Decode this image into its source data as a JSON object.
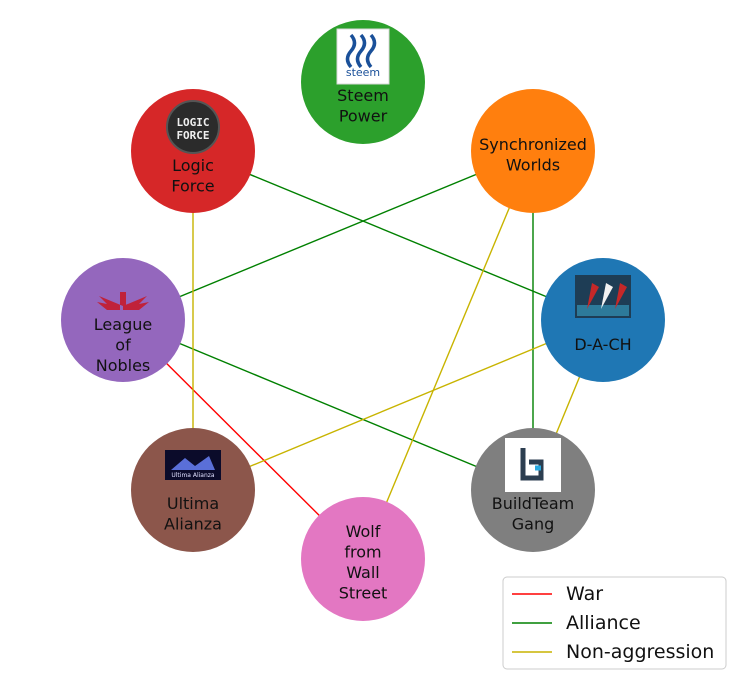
{
  "nodes": [
    {
      "id": "steem",
      "label_lines": [
        "Steem",
        "Power"
      ],
      "color": "#2ca02c",
      "logo": "steem-logo"
    },
    {
      "id": "sync",
      "label_lines": [
        "Synchronized",
        "Worlds"
      ],
      "color": "#ff7f0e",
      "logo": ""
    },
    {
      "id": "dach",
      "label_lines": [
        "D-A-CH"
      ],
      "color": "#1f77b4",
      "logo": "dach-logo"
    },
    {
      "id": "buildteam",
      "label_lines": [
        "BuildTeam",
        "Gang"
      ],
      "color": "#7f7f7f",
      "logo": "buildteam-logo"
    },
    {
      "id": "wolf",
      "label_lines": [
        "Wolf",
        "from",
        "Wall",
        "Street"
      ],
      "color": "#e377c2",
      "logo": ""
    },
    {
      "id": "ultima",
      "label_lines": [
        "Ultima",
        "Alianza"
      ],
      "color": "#8c564b",
      "logo": "ultima-logo"
    },
    {
      "id": "league",
      "label_lines": [
        "League",
        "of",
        "Nobles"
      ],
      "color": "#9467bd",
      "logo": "eagle-logo"
    },
    {
      "id": "logic",
      "label_lines": [
        "Logic",
        "Force"
      ],
      "color": "#d62728",
      "logo": "logic-force-logo"
    }
  ],
  "relations": [
    {
      "from": "league",
      "to": "wolf",
      "type": "War"
    },
    {
      "from": "logic",
      "to": "dach",
      "type": "Alliance"
    },
    {
      "from": "sync",
      "to": "league",
      "type": "Alliance"
    },
    {
      "from": "sync",
      "to": "buildteam",
      "type": "Alliance"
    },
    {
      "from": "league",
      "to": "buildteam",
      "type": "Alliance"
    },
    {
      "from": "logic",
      "to": "ultima",
      "type": "Non-aggression"
    },
    {
      "from": "sync",
      "to": "wolf",
      "type": "Non-aggression"
    },
    {
      "from": "dach",
      "to": "ultima",
      "type": "Non-aggression"
    },
    {
      "from": "dach",
      "to": "buildteam",
      "type": "Non-aggression"
    }
  ],
  "legend": [
    {
      "label": "War",
      "color": "#ff0000"
    },
    {
      "label": "Alliance",
      "color": "#008000"
    },
    {
      "label": "Non-aggression",
      "color": "#c8b400"
    }
  ],
  "logo_text": {
    "steem": "steem",
    "logic_force": [
      "LOGIC",
      "FORCE"
    ],
    "ultima": "Ultima Alianza"
  }
}
